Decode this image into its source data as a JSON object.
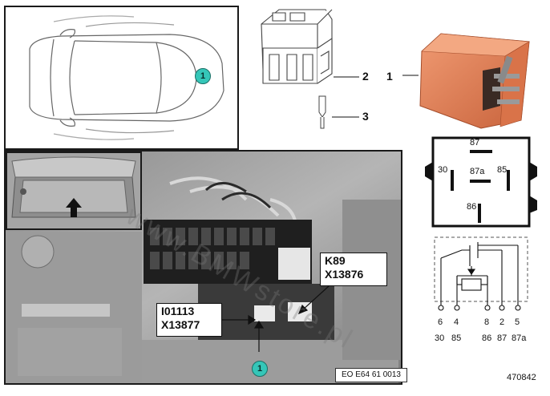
{
  "callout": "1",
  "parts": {
    "relay": "1",
    "holder": "2",
    "terminal": "3"
  },
  "labels": {
    "relay_box": [
      "K89",
      "X13876"
    ],
    "connector_box": [
      "I01113",
      "X13877"
    ]
  },
  "relay_pins": {
    "p87": "87",
    "p30": "30",
    "p87a": "87a",
    "p85": "85",
    "p86": "86"
  },
  "schematic": {
    "pin_numbers": [
      "6",
      "4",
      "8",
      "2",
      "5"
    ],
    "terminal_names": [
      "30",
      "85",
      "86",
      "87",
      "87a"
    ]
  },
  "eo_code": "EO E64 61 0013",
  "doc_number": "470842",
  "watermark": "www.BMWstore.pl"
}
